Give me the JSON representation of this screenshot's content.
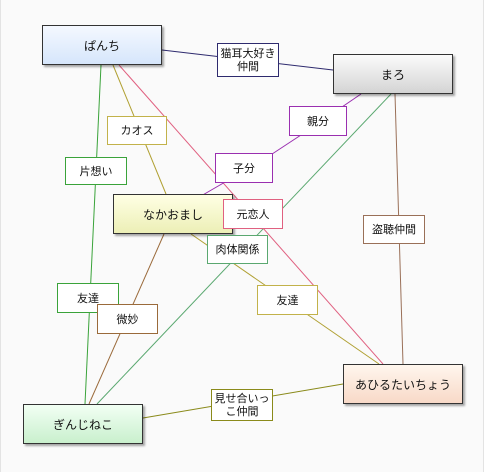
{
  "nodes": {
    "panchi": "ぱんち",
    "maro": "まろ",
    "nakaomashi": "なかおまし",
    "ginjineko": "ぎんじねこ",
    "ahirutaichou": "あひるたいちょう"
  },
  "edges": [
    {
      "id": "nekomimi",
      "label_line1": "猫耳大好き",
      "label_line2": "仲間",
      "color": "#2e2a6e"
    },
    {
      "id": "kataomoi",
      "label": "片想い",
      "color": "#3aa33a"
    },
    {
      "id": "kaosu",
      "label": "カオス",
      "color": "#b0a032"
    },
    {
      "id": "oyabun",
      "label": "親分",
      "color": "#9a2fb0"
    },
    {
      "id": "kobun",
      "label": "子分",
      "color": "#9a2fb0"
    },
    {
      "id": "motokoibito",
      "label": "元恋人",
      "color": "#e06080"
    },
    {
      "id": "nikutai",
      "label": "肉体関係",
      "color": "#5aa870"
    },
    {
      "id": "tomodachi1",
      "label": "友達",
      "color": "#3aa33a"
    },
    {
      "id": "bimyou",
      "label": "微妙",
      "color": "#9a6a3a"
    },
    {
      "id": "tomodachi2",
      "label": "友達",
      "color": "#b0a032"
    },
    {
      "id": "toukyou",
      "label": "盗聴仲間",
      "color": "#9a7058"
    },
    {
      "id": "miseai",
      "label_line1": "見せ合いっ",
      "label_line2": "こ仲間",
      "color": "#8a8a1a"
    }
  ]
}
